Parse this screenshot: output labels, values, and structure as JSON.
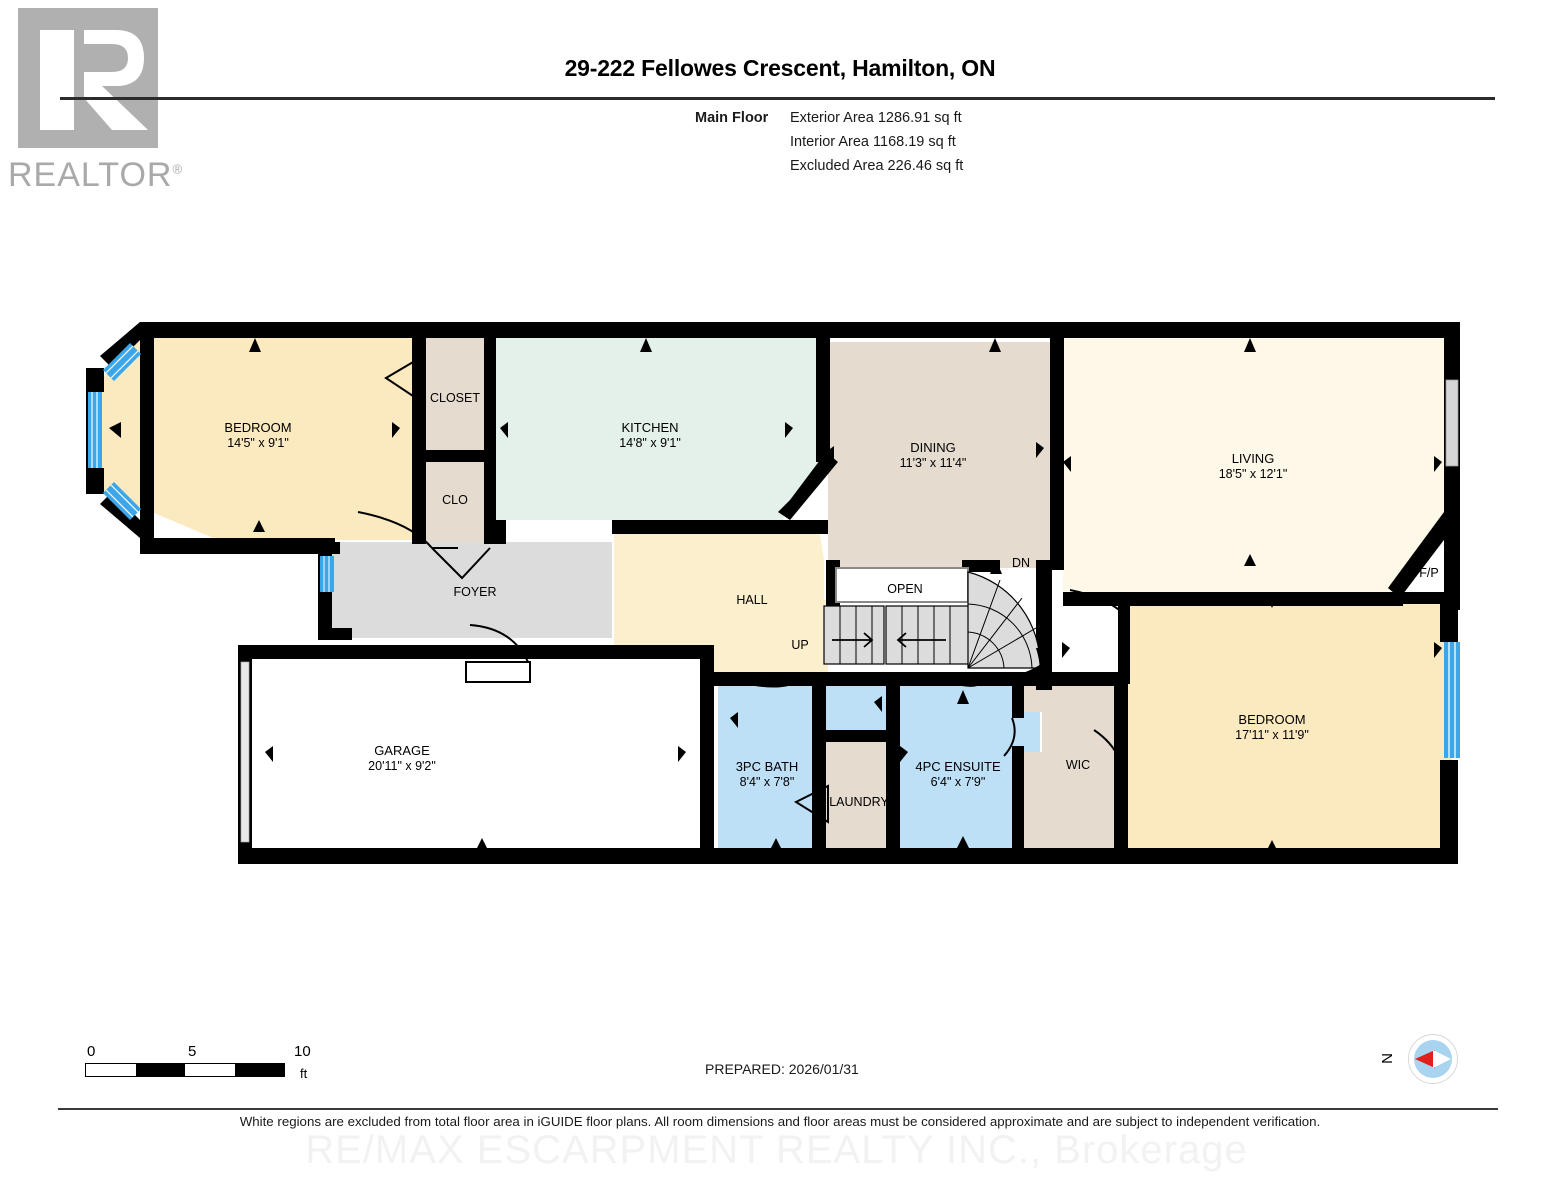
{
  "logo": {
    "wordmark": "REALTOR",
    "registered": "®"
  },
  "header": {
    "title": "29-222 Fellowes Crescent, Hamilton, ON",
    "floor_label": "Main Floor",
    "areas": [
      "Exterior Area 1286.91 sq ft",
      "Interior Area 1168.19 sq ft",
      "Excluded Area 226.46 sq ft"
    ]
  },
  "rooms": {
    "bedroom_front": {
      "name": "BEDROOM",
      "dim": "14'5\" x 9'1\""
    },
    "closet": {
      "name": "CLOSET"
    },
    "clo": {
      "name": "CLO"
    },
    "kitchen": {
      "name": "KITCHEN",
      "dim": "14'8\" x 9'1\""
    },
    "dining": {
      "name": "DINING",
      "dim": "11'3\" x 11'4\""
    },
    "living": {
      "name": "LIVING",
      "dim": "18'5\" x 12'1\""
    },
    "foyer": {
      "name": "FOYER"
    },
    "hall": {
      "name": "HALL"
    },
    "garage": {
      "name": "GARAGE",
      "dim": "20'11\" x 9'2\""
    },
    "bath3pc": {
      "name": "3PC BATH",
      "dim": "8'4\" x 7'8\""
    },
    "laundry": {
      "name": "LAUNDRY"
    },
    "ensuite4pc": {
      "name": "4PC ENSUITE",
      "dim": "6'4\" x 7'9\""
    },
    "wic": {
      "name": "WIC"
    },
    "bedroom_rear": {
      "name": "BEDROOM",
      "dim": "17'11\" x 11'9\""
    }
  },
  "annotations": {
    "stairs_open": "OPEN",
    "stairs_up": "UP",
    "stairs_dn": "DN",
    "fireplace": "F/P"
  },
  "scale": {
    "ticks": [
      "0",
      "5",
      "10"
    ],
    "unit": "ft"
  },
  "compass": {
    "label": "N"
  },
  "footer": {
    "prepared": "PREPARED: 2026/01/31",
    "disclaimer": "White regions are excluded from total floor area in iGUIDE floor plans. All room dimensions and floor areas must be considered approximate and are subject to independent verification.",
    "watermark": "RE/MAX ESCARPMENT REALTY INC., Brokerage"
  },
  "colors": {
    "bedroom": "#FBE9C0",
    "kitchen": "#E4F0EA",
    "dining": "#E5DCCF",
    "living": "#FEF8E8",
    "foyer": "#DCDCDC",
    "hall": "#FCEFCD",
    "bath": "#BEE0F7",
    "closet": "#E5DCCF",
    "garage": "#FFFFFF",
    "wall": "#000000",
    "window": "#3BA6E8",
    "stairs": "#DCDCDC"
  }
}
